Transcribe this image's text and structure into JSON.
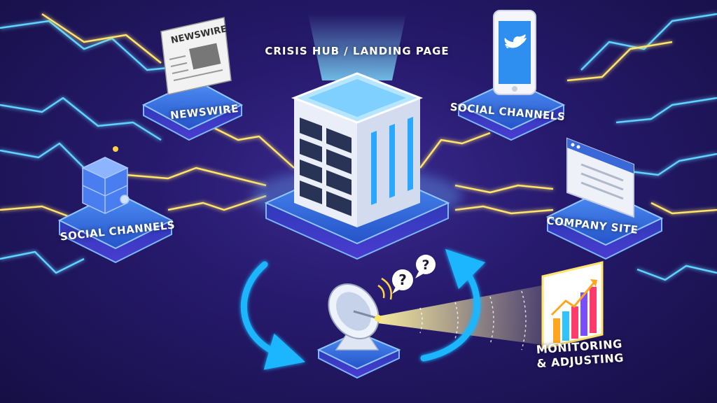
{
  "title": "CRISIS HUB / LANDING PAGE",
  "nodes": {
    "newswire": {
      "label": "NEWSWIRE",
      "icon": "newspaper-icon",
      "icon_text": "NEWSWIRE"
    },
    "social_top_right": {
      "label": "SOCIAL CHANNELS",
      "icon": "smartphone-twitter-icon"
    },
    "social_left": {
      "label": "SOCIAL CHANNELS",
      "icon": "cube-blocks-icon"
    },
    "company_site": {
      "label": "COMPANY SITE",
      "icon": "browser-window-icon"
    },
    "monitoring": {
      "label_line1": "MONITORING",
      "label_line2": "& ADJUSTING",
      "icon": "bar-chart-icon"
    },
    "listener": {
      "icon": "satellite-dish-icon",
      "bubbles": [
        "?",
        "?"
      ]
    }
  },
  "colors": {
    "background": "#271a6e",
    "platform": "#2f6fe0",
    "platform_edge": "#7ab8ff",
    "glow_yellow": "#ffe36a",
    "glow_blue": "#5fd2ff",
    "arrow": "#1fb6ff"
  }
}
